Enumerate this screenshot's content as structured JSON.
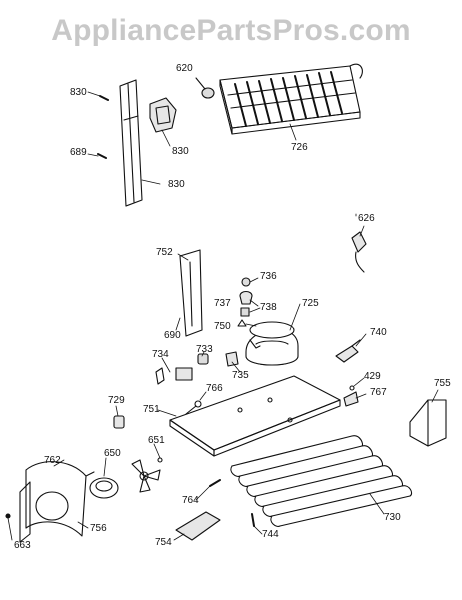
{
  "watermark": "AppliancePartsPros.com",
  "labels": {
    "p620": "620",
    "p726": "726",
    "p830a": "830",
    "p830b": "830",
    "p830c": "830",
    "p689": "689",
    "p626": "626",
    "p752": "752",
    "p736": "736",
    "p737": "737",
    "p738": "738",
    "p725": "725",
    "p690": "690",
    "p750": "750",
    "p740": "740",
    "p734": "734",
    "p733": "733",
    "p735": "735",
    "p429": "429",
    "p766": "766",
    "p767": "767",
    "p755": "755",
    "p729": "729",
    "p751": "751",
    "p651": "651",
    "p762": "762",
    "p650": "650",
    "p764": "764",
    "p756": "756",
    "p730": "730",
    "p663": "663",
    "p754": "754",
    "p744": "744"
  }
}
